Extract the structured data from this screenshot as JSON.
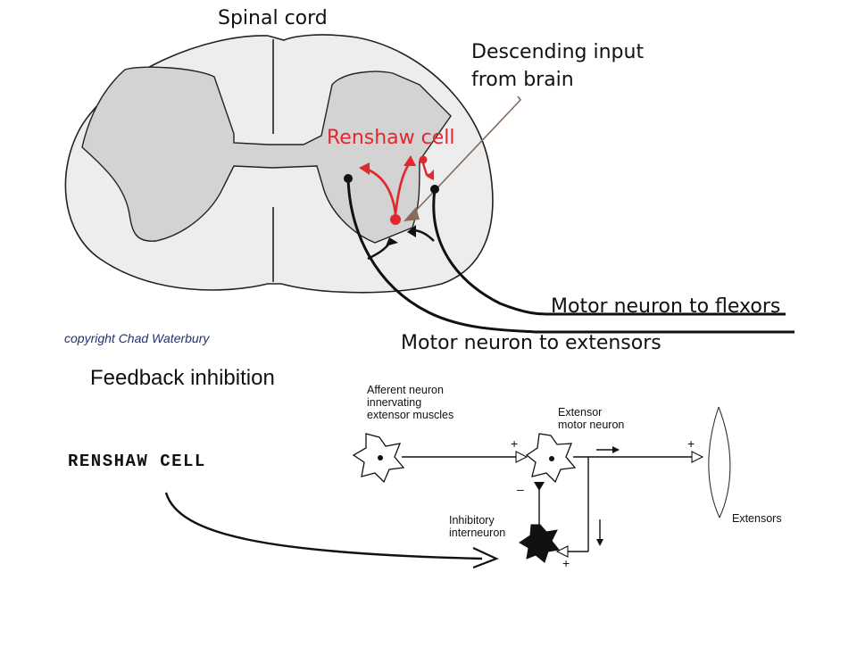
{
  "spinal_cord": {
    "title": "Spinal cord",
    "descending_input_line1": "Descending input",
    "descending_input_line2": "from brain",
    "renshaw_cell": "Renshaw cell",
    "motor_to_flexors": "Motor neuron to flexors",
    "motor_to_extensors": "Motor neuron to extensors",
    "copyright": "copyright Chad Waterbury"
  },
  "feedback": {
    "title": "Feedback inhibition",
    "renshaw_label": "RENSHAW  CELL",
    "afferent_line1": "Afferent  neuron",
    "afferent_line2": "innervating",
    "afferent_line3": "extensor muscles",
    "extensor_mn_line1": "Extensor",
    "extensor_mn_line2": "motor neuron",
    "inhibitory_line1": "Inhibitory",
    "inhibitory_line2": "interneuron",
    "extensors": "Extensors",
    "sign_plus": "+",
    "sign_minus": "–"
  },
  "colors": {
    "gray_matter": "#d3d3d3",
    "white_matter": "#ededed",
    "renshaw_red": "#e0282e",
    "descending_brown": "#8a6b5a"
  }
}
